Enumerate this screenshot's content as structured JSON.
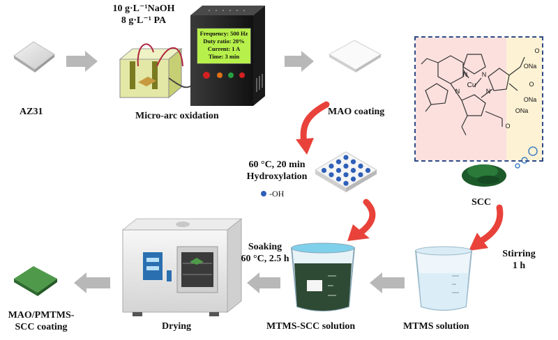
{
  "top_row": {
    "substrate": "AZ31",
    "electrolyte_line1": "10 g·L⁻¹NaOH",
    "electrolyte_line2": "8 g·L⁻¹ PA",
    "process": "Micro-arc oxidation",
    "screen": [
      "Frequency: 500 Hz",
      "Duty ratio: 20%",
      "Current: 1 A",
      "Time: 3 min"
    ],
    "result": "MAO coating"
  },
  "hydroxylation": {
    "conditions": "60 °C, 20 min",
    "name": "Hydroxylation",
    "legend": "-OH"
  },
  "molecule": {
    "metal": "Cu",
    "atoms": [
      "N",
      "N",
      "N",
      "N",
      "ONa",
      "ONa",
      "ONa",
      "O",
      "O",
      "O"
    ],
    "powder_label": "SCC"
  },
  "bottom_row": {
    "stirring": "Stirring",
    "stirring_time": "1 h",
    "mtms": "MTMS solution",
    "soaking": "Soaking",
    "soaking_cond": "60 °C, 2.5 h",
    "mtms_scc": "MTMS-SCC solution",
    "drying": "Drying",
    "final_line1": "MAO/PMTMS-",
    "final_line2": "SCC coating"
  },
  "colors": {
    "arrow_red": "#e8423a",
    "arrow_gray": "#b8b8b8",
    "screen": "#b7f04a",
    "dash_box": "#2c4a86",
    "coating": "#4f9a4a"
  }
}
